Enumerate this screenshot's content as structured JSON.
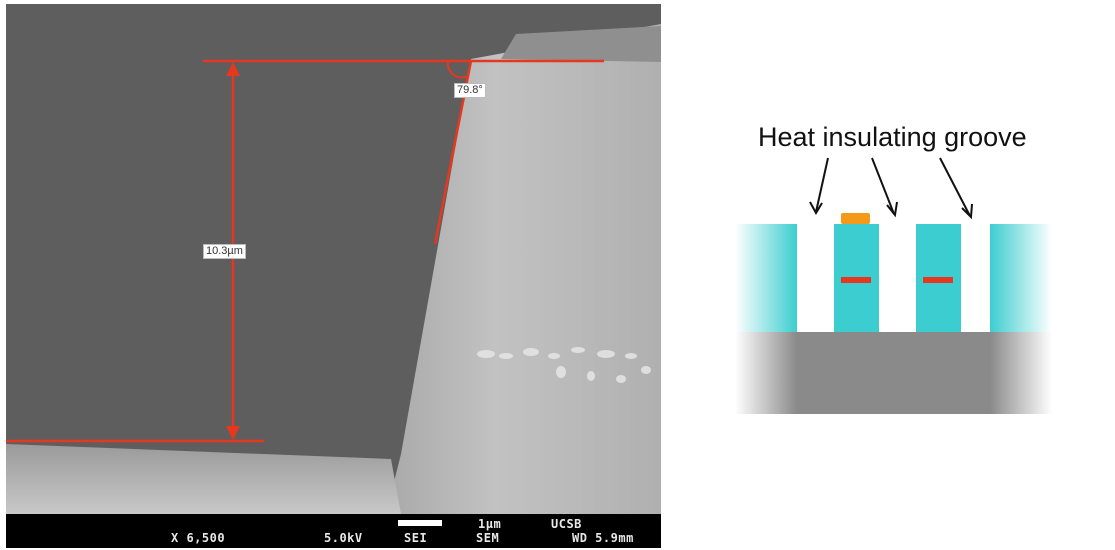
{
  "sem_image": {
    "angle_label": "79.8°",
    "height_label": "10.3µm",
    "info_bar": {
      "magnification": "X 6,500",
      "voltage": "5.0kV",
      "detector": "SEI",
      "instrument": "SEM",
      "scale": "1µm",
      "institution": "UCSB",
      "working_distance": "WD 5.9mm"
    },
    "colors": {
      "measurement": "#e8371f",
      "background": "#5e5e5e",
      "sidewall": "#b9b9b9"
    }
  },
  "schematic": {
    "title": "Heat insulating groove",
    "colors": {
      "waveguide": "#3ccdd0",
      "substrate": "#8a8a8a",
      "contact": "#f39a1a",
      "active": "#e8371f"
    }
  }
}
